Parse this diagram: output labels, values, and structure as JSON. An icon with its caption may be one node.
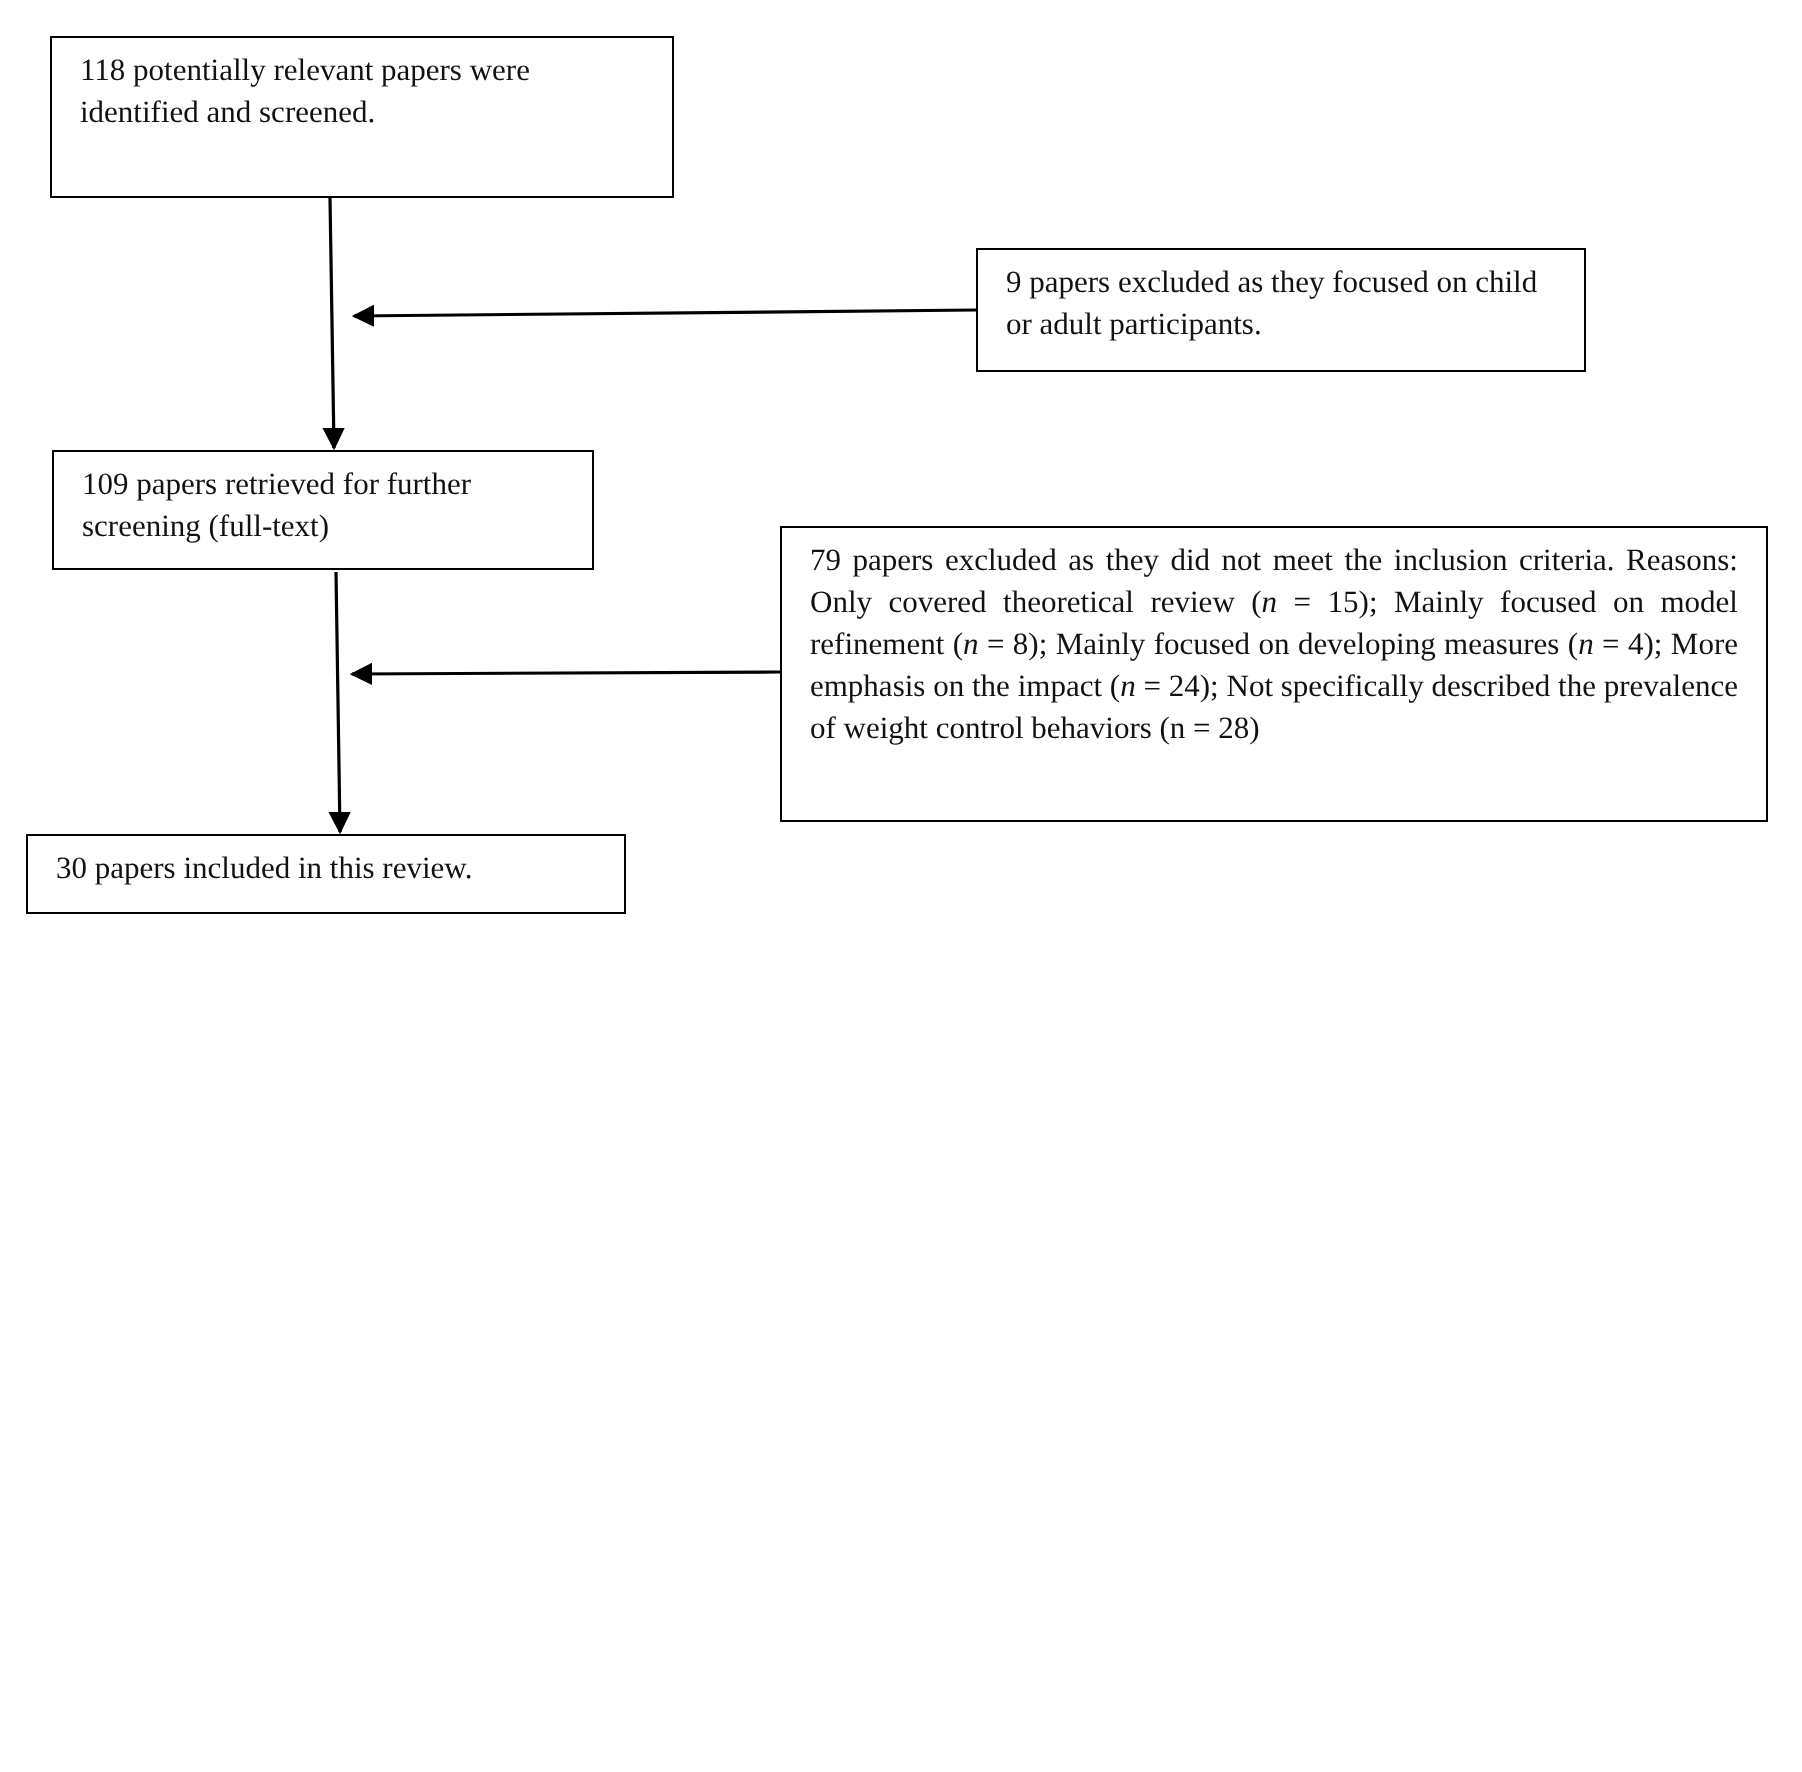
{
  "diagram": {
    "nodes": [
      {
        "text": [
          "118 potentially relevant papers were identified and screened."
        ]
      },
      {
        "text": [
          "9 papers excluded as they focused on child or adult participants."
        ]
      },
      {
        "text": [
          "109 papers retrieved for further screening (full-text)"
        ]
      },
      {
        "text": [
          "79 papers excluded as they did not meet the inclusion criteria. Reasons: Only covered theoretical review (*n* = 15); Mainly focused on model refinement (*n* = 8); Mainly focused on developing measures (*n* = 4); More emphasis on the impact (*n* = 24); Not specifically described the prevalence of weight control behaviors (n = 28)"
        ]
      },
      {
        "text": [
          "30 papers included in this review."
        ]
      }
    ],
    "edges": [
      {
        "from": 0,
        "to": 2,
        "arrow": "to"
      },
      {
        "from": 1,
        "to": null,
        "arrow": "to"
      },
      {
        "from": 2,
        "to": 4,
        "arrow": "to"
      },
      {
        "from": 3,
        "to": null,
        "arrow": "to"
      }
    ]
  }
}
